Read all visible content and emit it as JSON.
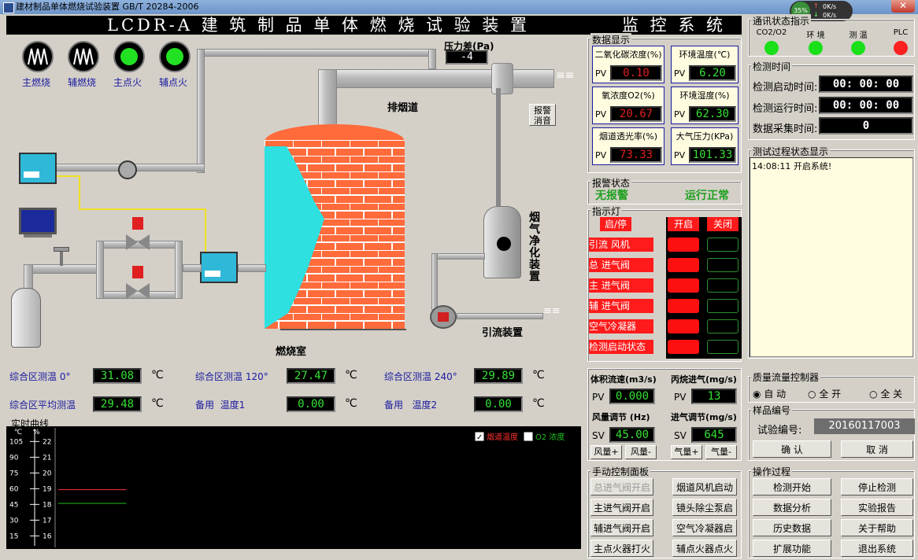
{
  "window": {
    "title": "建材制品单体燃烧试验装置 GB/T 20284-2006",
    "close": "✕"
  },
  "netmon": {
    "pct": "35%",
    "up": "0K/s",
    "down": "0K/s"
  },
  "banner": {
    "left": "LCDR-A 建 筑 制 品 单 体 燃 烧 试 验 装 置",
    "right": "监 控 系 统"
  },
  "burners": [
    {
      "label": "主燃烧"
    },
    {
      "label": "辅燃烧"
    },
    {
      "label": "主点火"
    },
    {
      "label": "辅点火"
    }
  ],
  "diagram": {
    "pressure_label": "压力差(Pa)",
    "pressure_value": "-4",
    "exhaust_label": "排烟道",
    "chamber_label": "燃烧室",
    "purifier_label": "烟气净化装置",
    "draft_label": "引流装置",
    "alarm_mute": "报警消音"
  },
  "data_display": {
    "title": "数据显示",
    "items": [
      {
        "name": "二氧化碳浓度(%)",
        "pv": "PV",
        "value": "0.10",
        "color": "red"
      },
      {
        "name": "环境温度(℃)",
        "pv": "PV",
        "value": "6.20",
        "color": "green"
      },
      {
        "name": "氧浓度O2(%)",
        "pv": "PV",
        "value": "20.67",
        "color": "red"
      },
      {
        "name": "环境湿度(%)",
        "pv": "PV",
        "value": "62.30",
        "color": "green"
      },
      {
        "name": "烟道透光率(%)",
        "pv": "PV",
        "value": "73.33",
        "color": "red"
      },
      {
        "name": "大气压力(KPa)",
        "pv": "PV",
        "value": "101.33",
        "color": "green"
      }
    ]
  },
  "alarm": {
    "title": "报警状态",
    "state": "无报警",
    "run": "运行正常"
  },
  "indicators": {
    "title": "指示灯",
    "header": {
      "name": "启/停",
      "open": "开启",
      "close": "关闭"
    },
    "rows": [
      {
        "label": "引流  风机"
      },
      {
        "label": "总  进气阀"
      },
      {
        "label": "主  进气阀"
      },
      {
        "label": "辅  进气阀"
      },
      {
        "label": "空气冷凝器"
      },
      {
        "label": "检测启动状态"
      }
    ]
  },
  "comm": {
    "title": "通讯状态指示",
    "items": [
      {
        "label": "CO2/O2",
        "color": "#19e019"
      },
      {
        "label": "环 境",
        "color": "#19e019"
      },
      {
        "label": "测 温",
        "color": "#19e019"
      },
      {
        "label": "PLC",
        "color": "#ff2020"
      }
    ]
  },
  "time": {
    "title": "检测时间",
    "start_label": "检测启动时间:",
    "start_value": "00: 00: 00",
    "run_label": "检测运行时间:",
    "run_value": "00: 00: 00",
    "sample_label": "数据采集时间:",
    "sample_value": "0"
  },
  "log": {
    "title": "测试过程状态显示",
    "lines": [
      "14:08:11 开启系统!"
    ]
  },
  "temps": [
    {
      "label": "综合区测温 0°",
      "value": "31.08",
      "unit": "℃"
    },
    {
      "label": "综合区测温 120°",
      "value": "27.47",
      "unit": "℃"
    },
    {
      "label": "综合区测温 240°",
      "value": "29.89",
      "unit": "℃"
    },
    {
      "label": "综合区平均测温",
      "value": "29.48",
      "unit": "℃"
    },
    {
      "label": "备用  温度1",
      "value": "0.00",
      "unit": "℃"
    },
    {
      "label": "备用   温度2",
      "value": "0.00",
      "unit": "℃"
    }
  ],
  "flow": {
    "vol_label": "体积流速(m3/s)",
    "vol_pv": "PV",
    "vol_value": "0.000",
    "propane_label": "丙烷进气(mg/s)",
    "propane_pv": "PV",
    "propane_value": "13",
    "fan_label": "风量调节 (Hz)",
    "fan_sv": "SV",
    "fan_value": "45.00",
    "gas_label": "进气调节(mg/s)",
    "gas_sv": "SV",
    "gas_value": "645",
    "fan_plus": "风量+",
    "fan_minus": "风量-",
    "gas_plus": "气量+",
    "gas_minus": "气量-"
  },
  "manual": {
    "title": "手动控制面板",
    "buttons": [
      {
        "label": "总进气阀开启",
        "disabled": true
      },
      {
        "label": "烟道风机启动",
        "disabled": false
      },
      {
        "label": "主进气阀开启",
        "disabled": false
      },
      {
        "label": "镜头除尘泵启",
        "disabled": false
      },
      {
        "label": "辅进气阀开启",
        "disabled": false
      },
      {
        "label": "空气冷凝器启",
        "disabled": false
      },
      {
        "label": "主点火器打火",
        "disabled": false
      },
      {
        "label": "辅点火器点火",
        "disabled": false
      }
    ]
  },
  "mass_flow": {
    "title": "质量流量控制器",
    "opt1": "自  动",
    "opt2": "全   开",
    "opt3": "全   关"
  },
  "sample": {
    "title": "样品编号",
    "label": "试验编号:",
    "value": "20160117003",
    "ok": "确   认",
    "cancel": "取   消"
  },
  "ops": {
    "title": "操作过程",
    "buttons": [
      "检测开始",
      "停止检测",
      "数据分析",
      "实验报告",
      "历史数据",
      "关于帮助",
      "扩展功能",
      "退出系统"
    ]
  },
  "chart_data": {
    "type": "line",
    "title": "实时曲线",
    "y_left_unit": "℃",
    "y_right_unit": "%",
    "y_left_ticks": [
      "105",
      "90",
      "75",
      "60",
      "45",
      "30",
      "15"
    ],
    "y_right_ticks": [
      "22",
      "21",
      "20",
      "19",
      "18",
      "17",
      "16"
    ],
    "legend": [
      {
        "name": "烟道温度",
        "color": "#ff3030",
        "checked": true
      },
      {
        "name": "O2  浓度",
        "color": "#20c020",
        "checked": false
      }
    ],
    "series": [
      {
        "name": "烟道温度",
        "color": "#ff3030",
        "value": 59,
        "x_start": 0,
        "x_end": 0.13
      },
      {
        "name": "O2  浓度",
        "color": "#20c020",
        "value": 18.1,
        "x_start": 0,
        "x_end": 0.13
      }
    ],
    "y_left_range": [
      7,
      112
    ],
    "y_right_range": [
      15.5,
      22.5
    ]
  }
}
